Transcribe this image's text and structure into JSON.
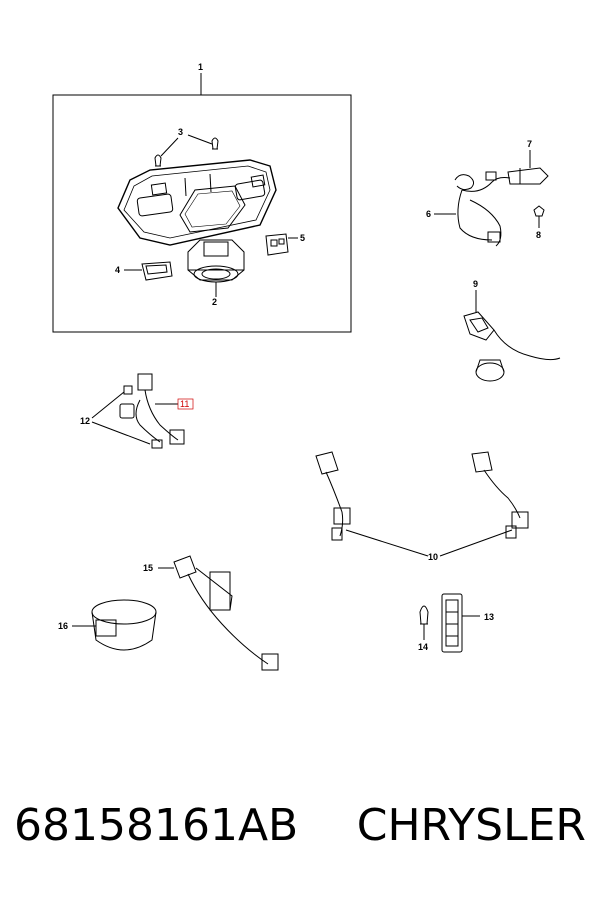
{
  "callouts": {
    "c1": "1",
    "c2": "2",
    "c3": "3",
    "c4": "4",
    "c5": "5",
    "c6": "6",
    "c7": "7",
    "c8": "8",
    "c9": "9",
    "c10": "10",
    "c11": "11",
    "c12": "12",
    "c13": "13",
    "c14": "14",
    "c15": "15",
    "c16": "16"
  },
  "footer": {
    "part_number": "68158161AB",
    "brand": "CHRYSLER"
  },
  "colors": {
    "line": "#000000",
    "highlight_callout": "#d00000",
    "background": "#ffffff"
  }
}
